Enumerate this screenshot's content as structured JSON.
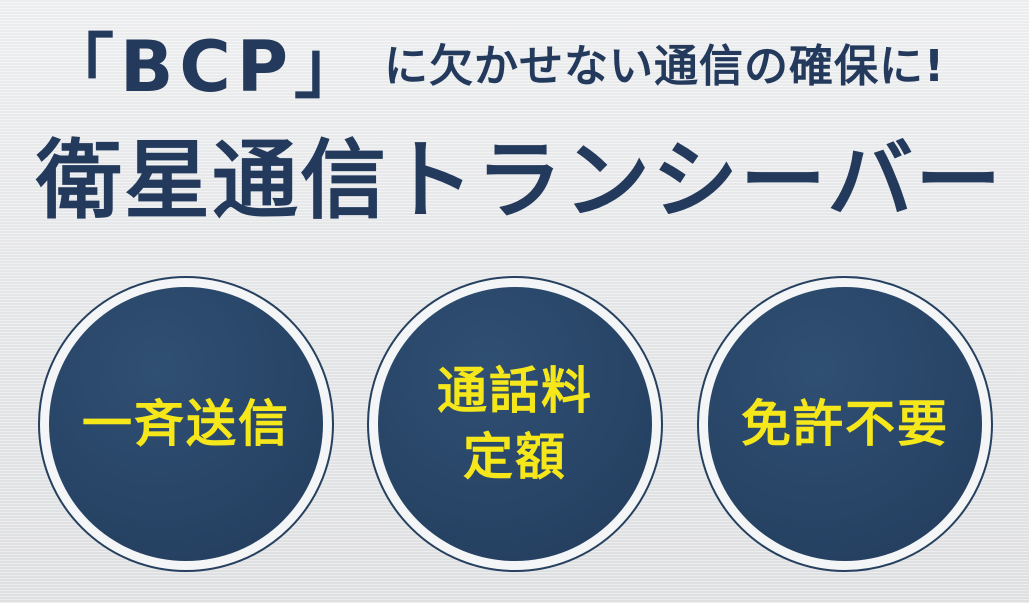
{
  "headline": {
    "bracket_term": "「BCP」",
    "rest": "に欠かせない通信の確保に!"
  },
  "title": "衛星通信トランシーバー",
  "badges": [
    {
      "line1": "一斉送信",
      "line2": ""
    },
    {
      "line1": "通話料",
      "line2": "定額"
    },
    {
      "line1": "免許不要",
      "line2": ""
    }
  ],
  "colors": {
    "headline_text": "#233a5c",
    "badge_fill": "#284567",
    "badge_text": "#f5e71a"
  }
}
